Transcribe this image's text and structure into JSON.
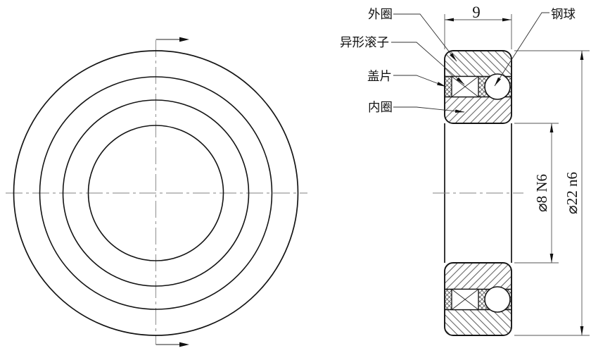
{
  "drawing": {
    "labels": {
      "outer_ring": "外圈",
      "profiled_roller": "异形滚子",
      "cover_plate": "盖片",
      "inner_ring": "内圈",
      "steel_ball": "钢球"
    },
    "dimensions": {
      "width": "9",
      "bore": "⌀8 N6",
      "outer_diameter": "⌀22 n6"
    },
    "colors": {
      "outline": "#141414",
      "hatch": "#3a3a3a",
      "thin_line": "#555555",
      "center_line": "#828282",
      "background": "#ffffff"
    }
  }
}
